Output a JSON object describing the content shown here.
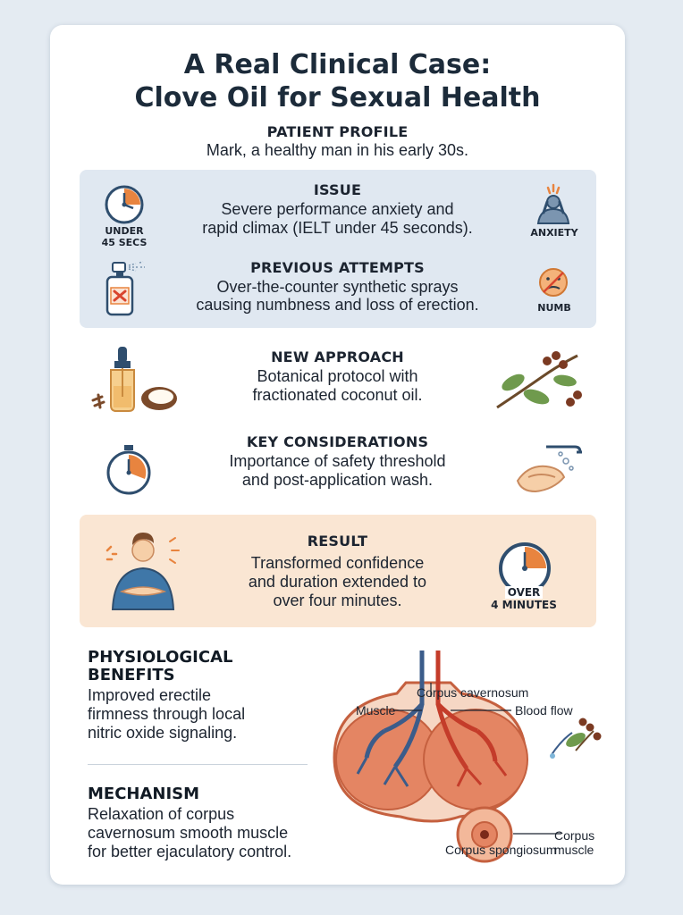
{
  "title_line1": "A Real Clinical Case:",
  "title_line2": "Clove Oil for Sexual Health",
  "patient_profile": {
    "heading": "PATIENT PROFILE",
    "text": "Mark, a healthy man in his early 30s."
  },
  "issue": {
    "heading": "ISSUE",
    "line1": "Severe performance anxiety and",
    "line2": "rapid climax (IELT under 45 seconds).",
    "left_tag_line1": "UNDER",
    "left_tag_line2": "45 SECS",
    "right_tag": "ANXIETY"
  },
  "previous_attempts": {
    "heading": "PREVIOUS ATTEMPTS",
    "line1": "Over-the-counter synthetic sprays",
    "line2": "causing numbness and loss of erection.",
    "right_tag": "NUMB"
  },
  "new_approach": {
    "heading": "NEW APPROACH",
    "line1": "Botanical protocol with",
    "line2": "fractionated coconut oil."
  },
  "key_considerations": {
    "heading": "KEY CONSIDERATIONS",
    "line1": "Importance of safety threshold",
    "line2": "and post-application wash."
  },
  "result": {
    "heading": "RESULT",
    "line1": "Transformed confidence",
    "line2": "and duration extended to",
    "line3": "over four minutes.",
    "tag_line1": "OVER",
    "tag_line2": "4 MINUTES"
  },
  "physiological_benefits": {
    "heading_line1": "PHYSIOLOGICAL",
    "heading_line2": "BENEFITS",
    "line1": "Improved erectile",
    "line2": "firmness through local",
    "line3": "nitric oxide signaling."
  },
  "mechanism": {
    "heading": "MECHANISM",
    "line1": "Relaxation of corpus",
    "line2": "cavernosum smooth muscle",
    "line3": "for better ejaculatory control."
  },
  "diagram_labels": {
    "corpus_cavernosum": "Corpus cavernosum",
    "muscle": "Muscle",
    "blood_flow": "Blood flow",
    "corpus_muscle_line1": "Corpus",
    "corpus_muscle_line2": "muscle",
    "corpus_spongiosum": "Corpus spongiosum"
  },
  "colors": {
    "panel_blue": "#e0e8f1",
    "panel_peach": "#fae6d3",
    "accent_orange": "#e8843f",
    "navy": "#2f4e6e"
  }
}
